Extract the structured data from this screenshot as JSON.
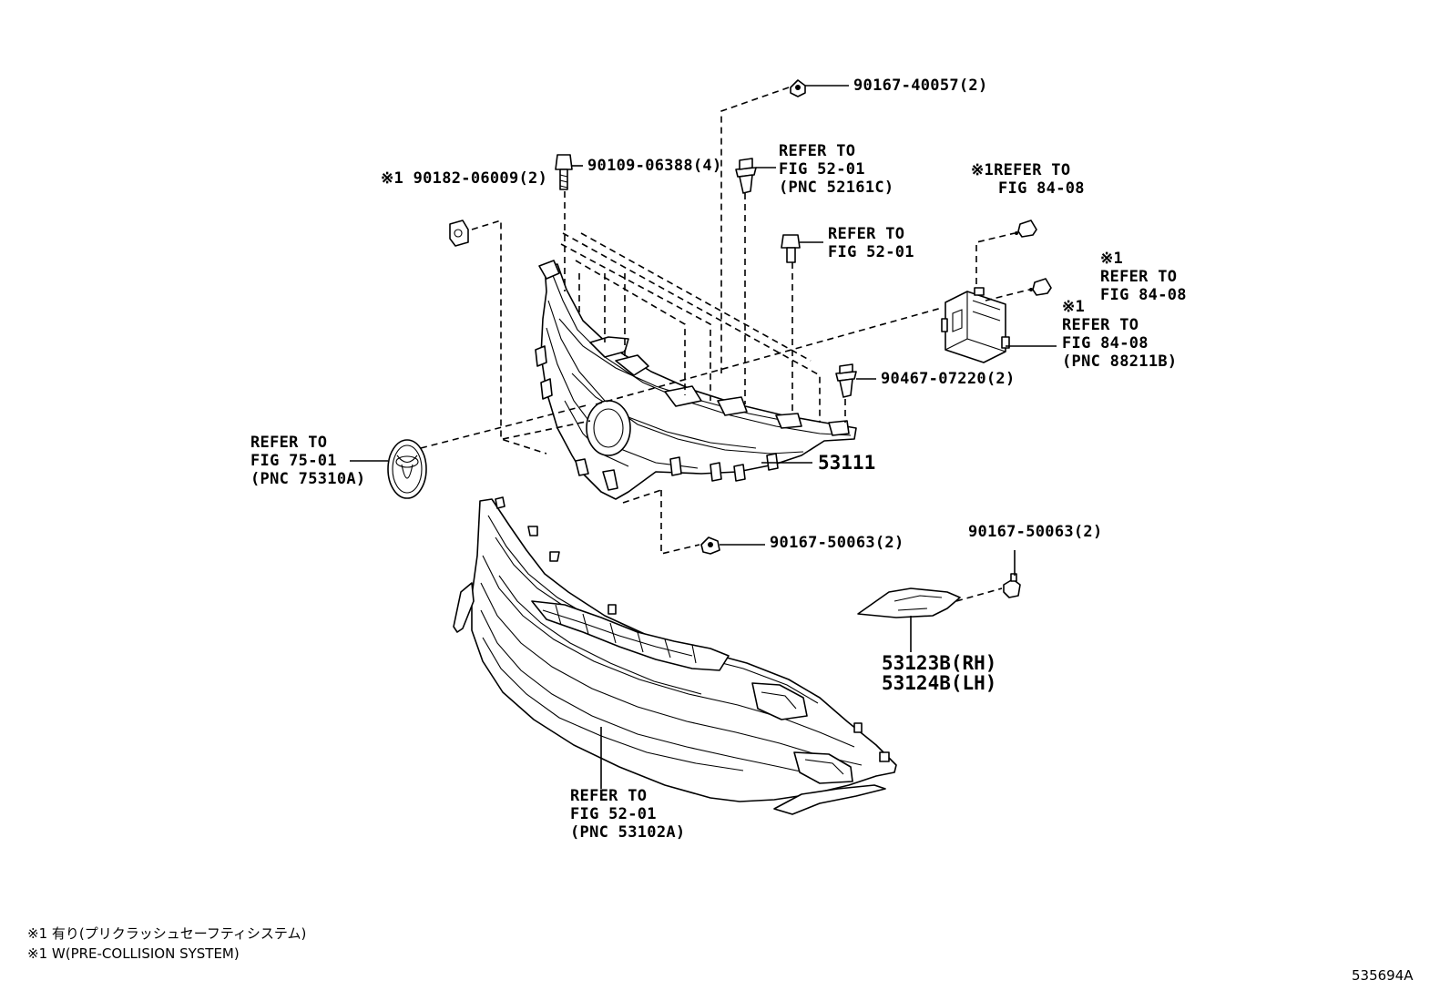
{
  "callouts": {
    "c_90167_40057": "90167-40057(2)",
    "c_90109_06388": "90109-06388(4)",
    "c_90182_06009": "※1 90182-06009(2)",
    "c_ref_52161c": [
      "REFER TO",
      "FIG 52-01",
      "(PNC 52161C)"
    ],
    "c_ref_52_01": [
      "REFER TO",
      "FIG 52-01"
    ],
    "c_ref_84_08_a": [
      "※1REFER TO",
      "FIG 84-08"
    ],
    "c_ref_84_08_b": [
      "※1",
      "REFER TO",
      "FIG 84-08"
    ],
    "c_ref_88211b": [
      "※1",
      "REFER TO",
      "FIG 84-08",
      "(PNC 88211B)"
    ],
    "c_90467_07220": "90467-07220(2)",
    "c_53111": "53111",
    "c_ref_75310a": [
      "REFER TO",
      "FIG 75-01",
      "(PNC 75310A)"
    ],
    "c_90167_50063_a": "90167-50063(2)",
    "c_90167_50063_b": "90167-50063(2)",
    "c_53123b": "53123B(RH)",
    "c_53124b": "53124B(LH)",
    "c_ref_53102a": [
      "REFER TO",
      "FIG 52-01",
      "(PNC 53102A)"
    ]
  },
  "footnotes": [
    "※1 有り(プリクラッシュセーフティシステム)",
    "※1 W(PRE-COLLISION SYSTEM)"
  ],
  "illustration_id": "535694A"
}
